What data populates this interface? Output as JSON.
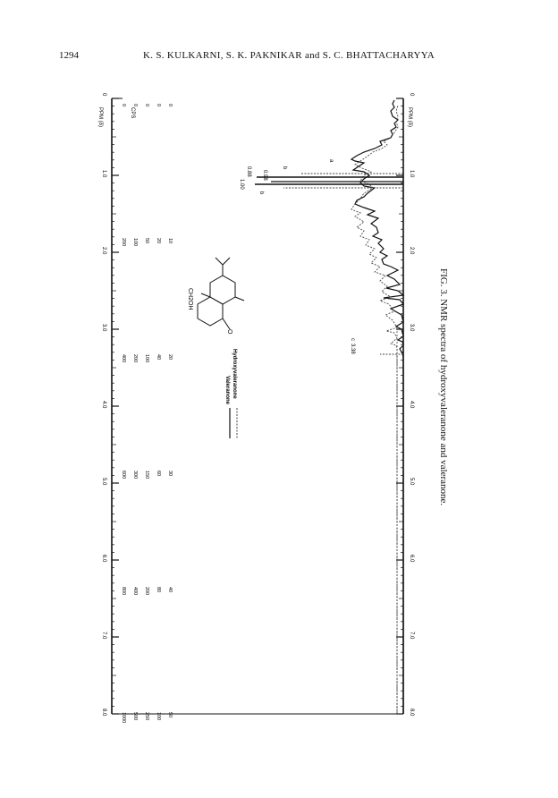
{
  "header": {
    "page_number": "1294",
    "authors": "K. S. KULKARNI, S. K. PAKNIKAR and S. C. BHATTACHARYYA"
  },
  "figure": {
    "caption": "FIG. 3. NMR spectra of hydroxyvaleranone and valeranone.",
    "ppm_scale_label": "PPM (δ)",
    "cps_label": "CPS",
    "ppm_ticks": [
      "0",
      "1.0",
      "2.0",
      "3.0",
      "4.0",
      "5.0",
      "6.0",
      "7.0",
      "8.0"
    ],
    "cps_columns": [
      [
        "1000",
        "500",
        "250",
        "100",
        "50"
      ],
      [
        "800",
        "400",
        "200",
        "80",
        "40"
      ],
      [
        "600",
        "300",
        "150",
        "60",
        "30"
      ],
      [
        "400",
        "200",
        "100",
        "40",
        "20"
      ],
      [
        "200",
        "100",
        "50",
        "20",
        "10"
      ],
      [
        "0",
        "0",
        "0",
        "0",
        "0"
      ]
    ],
    "legend": {
      "solid": "Valeranone",
      "dotted": "Hydroxyvaleranone"
    },
    "peak_labels": [
      "0.88",
      "0.98",
      "1.00",
      "3.38"
    ],
    "structure_labels": [
      "a",
      "b",
      "b",
      "c",
      "CH2OH",
      "O"
    ]
  }
}
